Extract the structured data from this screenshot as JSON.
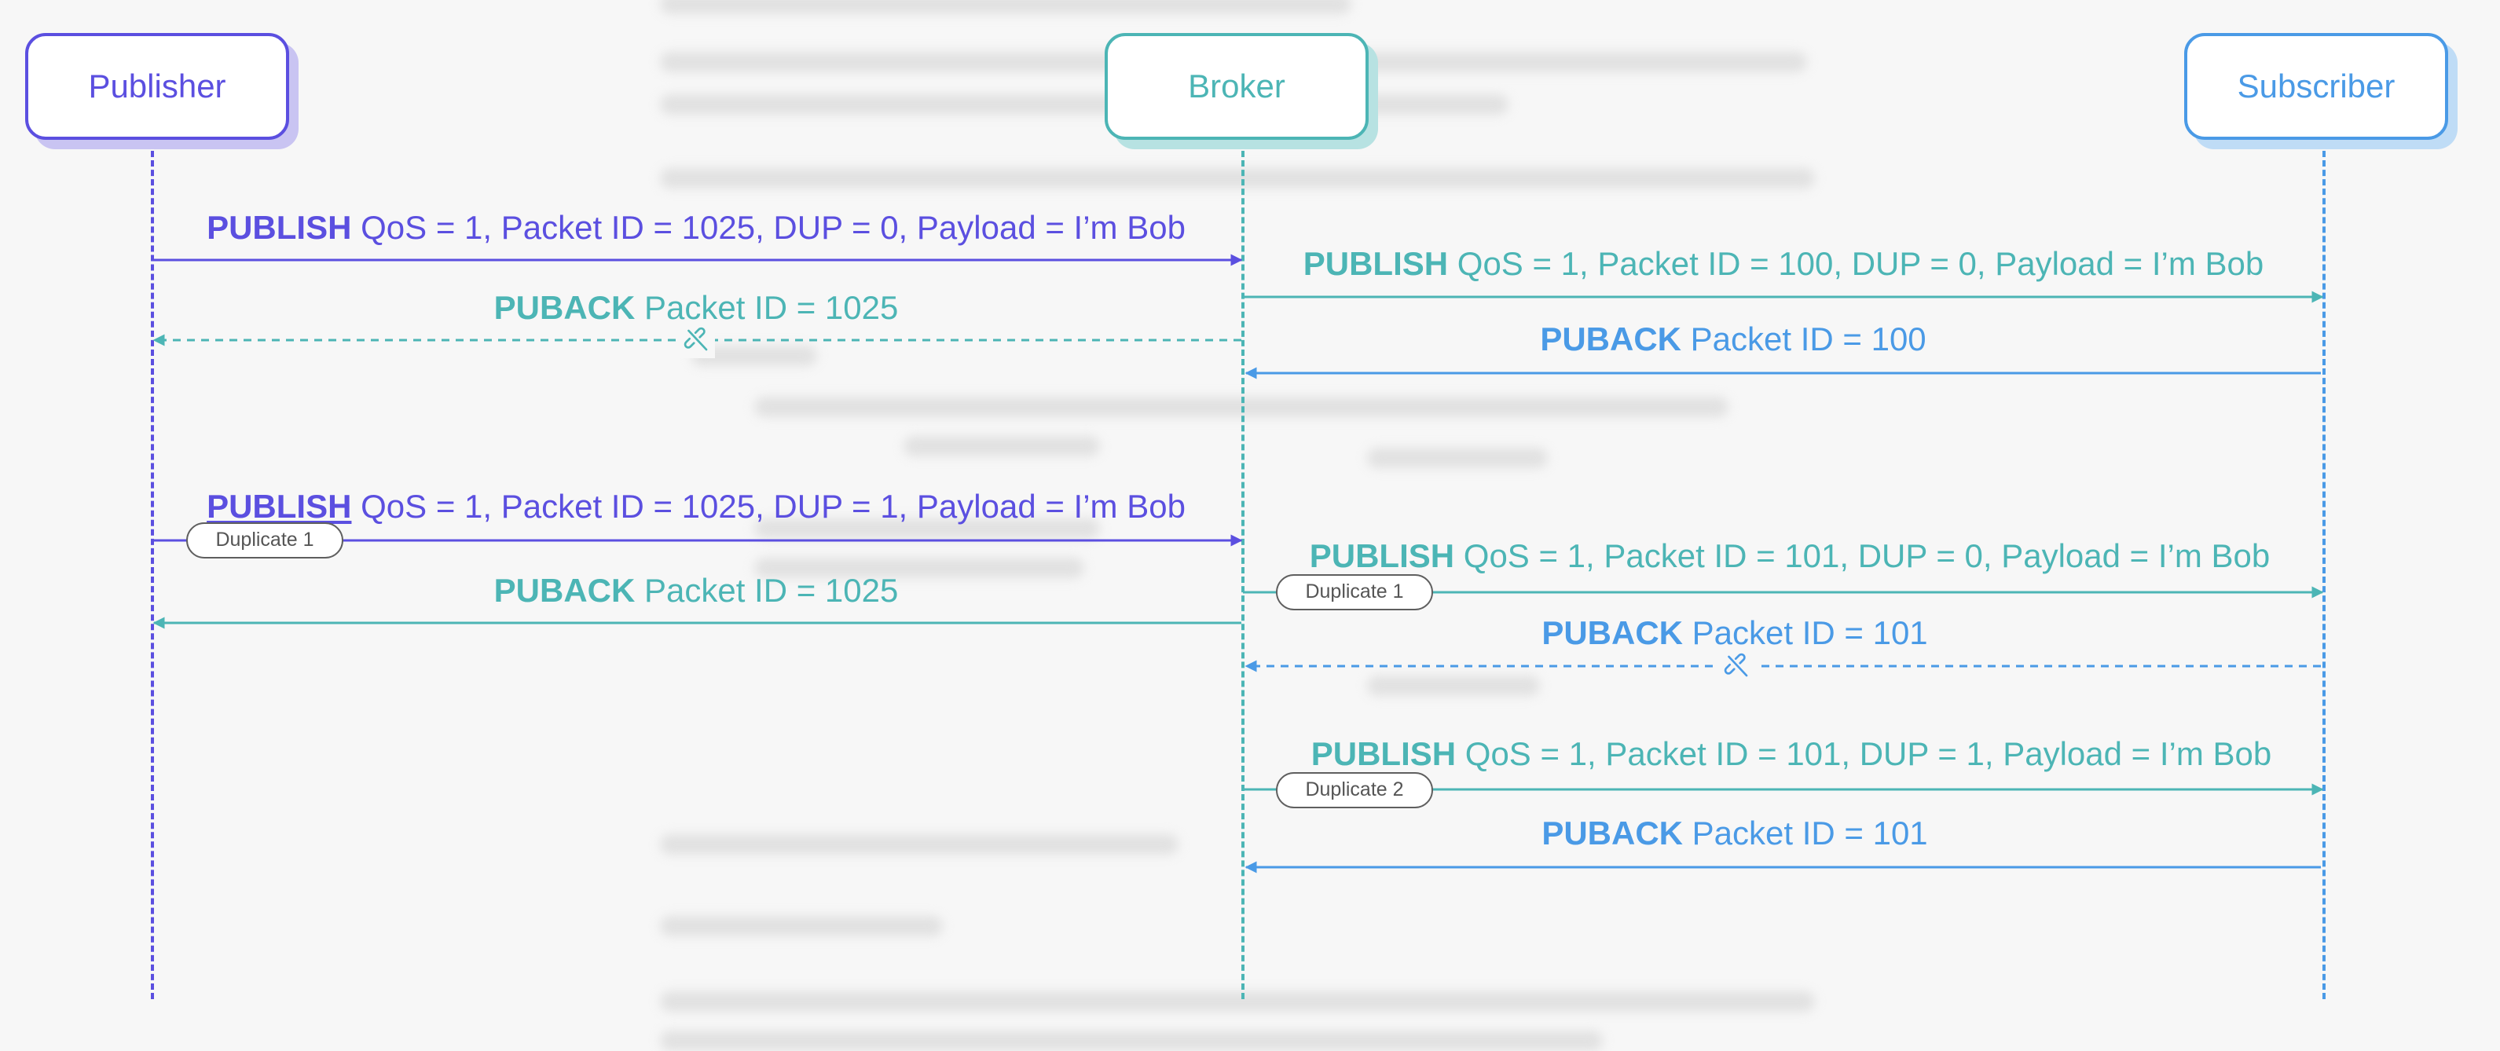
{
  "colors": {
    "publisher": "#5b4fe0",
    "publisher_shadow": "#c9c4f2",
    "broker": "#4cb5b5",
    "broker_shadow": "#b7e2e2",
    "subscriber": "#4a9ae6",
    "subscriber_shadow": "#bfdcf6",
    "background": "#f7f7f7"
  },
  "participants": {
    "publisher": "Publisher",
    "broker": "Broker",
    "subscriber": "Subscriber"
  },
  "messages": [
    {
      "id": "m1",
      "keyword": "PUBLISH",
      "detail": " QoS = 1, Packet ID = 1025, DUP = 0, Payload = I’m Bob"
    },
    {
      "id": "m2",
      "keyword": "PUBACK",
      "detail": " Packet ID = 1025"
    },
    {
      "id": "m3",
      "keyword": "PUBLISH",
      "detail": " QoS = 1, Packet ID = 100, DUP = 0, Payload = I’m Bob"
    },
    {
      "id": "m4",
      "keyword": "PUBACK",
      "detail": " Packet ID = 100"
    },
    {
      "id": "m5",
      "keyword": "PUBLISH",
      "detail": " QoS = 1, Packet ID = 1025, DUP = 1, Payload = I’m Bob",
      "tag": "Duplicate 1"
    },
    {
      "id": "m6",
      "keyword": "PUBACK",
      "detail": " Packet ID = 1025"
    },
    {
      "id": "m7",
      "keyword": "PUBLISH",
      "detail": " QoS = 1, Packet ID = 101, DUP = 0, Payload = I’m Bob",
      "tag": "Duplicate 1"
    },
    {
      "id": "m8",
      "keyword": "PUBACK",
      "detail": " Packet ID = 101"
    },
    {
      "id": "m9",
      "keyword": "PUBLISH",
      "detail": " QoS = 1, Packet ID = 101, DUP = 1, Payload = I’m Bob",
      "tag": "Duplicate 2"
    },
    {
      "id": "m10",
      "keyword": "PUBACK",
      "detail": " Packet ID = 101"
    }
  ],
  "icons": {
    "lost_message": "broken-link-icon"
  }
}
